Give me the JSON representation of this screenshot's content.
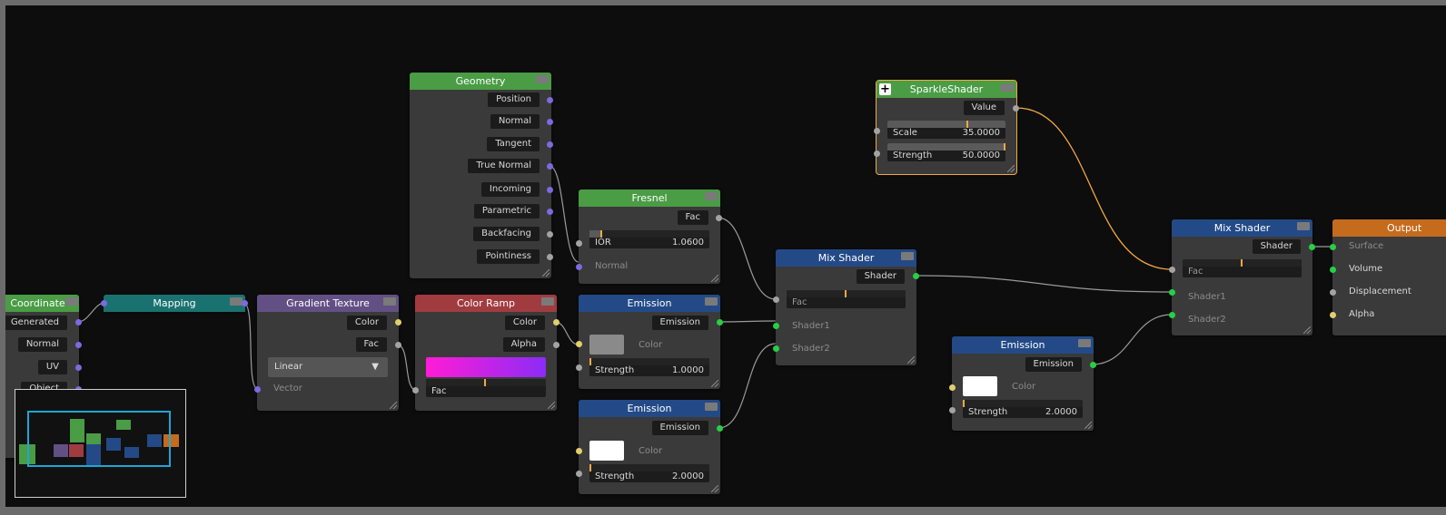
{
  "nodes": {
    "texcoord": {
      "title": "Coordinate",
      "outputs": [
        "Generated",
        "Normal",
        "UV",
        "Object"
      ]
    },
    "mapping": {
      "title": "Mapping"
    },
    "gradient": {
      "title": "Gradient Texture",
      "outputs": [
        "Color",
        "Fac"
      ],
      "dropdown": "Linear",
      "dropdown_arrow": "▼",
      "inputs": [
        "Vector"
      ]
    },
    "ramp": {
      "title": "Color Ramp",
      "outputs": [
        "Color",
        "Alpha"
      ],
      "fac_label": "Fac"
    },
    "geometry": {
      "title": "Geometry",
      "outputs": [
        "Position",
        "Normal",
        "Tangent",
        "True Normal",
        "Incoming",
        "Parametric",
        "Backfacing",
        "Pointiness"
      ]
    },
    "fresnel": {
      "title": "Fresnel",
      "output": "Fac",
      "ior_label": "IOR",
      "ior_value": "1.0600",
      "ior_fraction": 0.1,
      "normal_label": "Normal"
    },
    "emission1": {
      "title": "Emission",
      "output": "Emission",
      "color_label": "Color",
      "strength_label": "Strength",
      "strength_value": "1.0000",
      "color": "#8a8a8a"
    },
    "emission2": {
      "title": "Emission",
      "output": "Emission",
      "color_label": "Color",
      "strength_label": "Strength",
      "strength_value": "2.0000",
      "color": "#ffffff"
    },
    "mix1": {
      "title": "Mix Shader",
      "output": "Shader",
      "fac_label": "Fac",
      "fac_fraction": 0.5,
      "in1": "Shader1",
      "in2": "Shader2"
    },
    "emission3": {
      "title": "Emission",
      "output": "Emission",
      "color_label": "Color",
      "strength_label": "Strength",
      "strength_value": "2.0000",
      "color": "#ffffff"
    },
    "sparkle": {
      "title": "SparkleShader",
      "output": "Value",
      "scale_label": "Scale",
      "scale_value": "35.0000",
      "scale_fraction": 0.67,
      "strength_label": "Strength",
      "strength_value": "50.0000",
      "strength_fraction": 1.0
    },
    "mix2": {
      "title": "Mix Shader",
      "output": "Shader",
      "fac_label": "Fac",
      "fac_fraction": 0.5,
      "in1": "Shader1",
      "in2": "Shader2"
    },
    "output": {
      "title": "Output",
      "inputs": [
        "Surface",
        "Volume",
        "Displacement",
        "Alpha"
      ]
    }
  },
  "colors": {
    "background": "#0d0d0d",
    "wire": "#9a9a9a",
    "selected_wire": "#f1a941"
  }
}
